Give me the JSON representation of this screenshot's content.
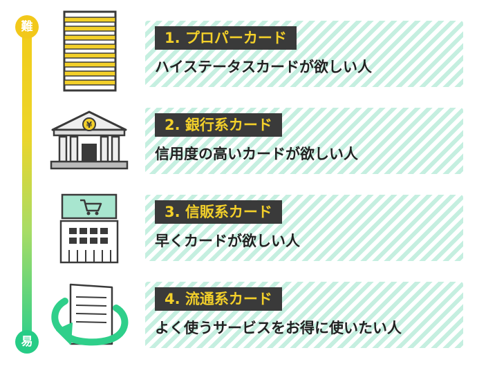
{
  "scale": {
    "top_label": "難",
    "bottom_label": "易",
    "top_color": "#f2c81a",
    "bottom_color": "#26cc86"
  },
  "items": [
    {
      "title": "1. プロパーカード",
      "desc": "ハイステータスカードが欲しい人",
      "icon": "office-building-icon"
    },
    {
      "title": "2. 銀行系カード",
      "desc": "信用度の高いカードが欲しい人",
      "icon": "bank-yen-icon"
    },
    {
      "title": "3. 信販系カード",
      "desc": "早くカードが欲しい人",
      "icon": "shopping-store-icon"
    },
    {
      "title": "4. 流通系カード",
      "desc": "よく使うサービスをお得に使いたい人",
      "icon": "retail-building-arrow-icon"
    }
  ],
  "colors": {
    "title_bg": "#3a3a3a",
    "title_text": "#f3d02a",
    "stripe": "#c5efe0",
    "icon_fill": "#f3d02a",
    "icon_store": "#a8e6cf",
    "icon_dark": "#3a3a3a"
  }
}
